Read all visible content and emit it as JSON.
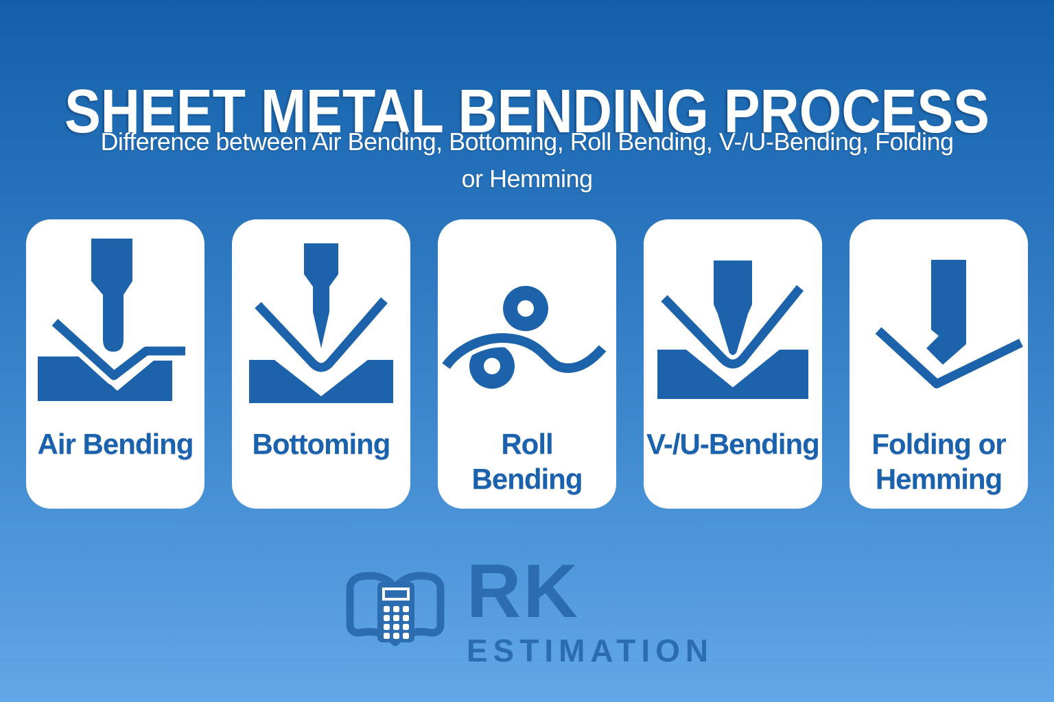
{
  "header": {
    "title": "SHEET METAL BENDING PROCESS",
    "subtitle_line1": "Difference between Air Bending, Bottoming, Roll Bending, V-/U-Bending, Folding",
    "subtitle_line2": "or Hemming"
  },
  "cards": [
    {
      "label": "Air Bending",
      "icon": "air-bending-icon"
    },
    {
      "label": "Bottoming",
      "icon": "bottoming-icon"
    },
    {
      "label": "Roll\nBending",
      "icon": "roll-bending-icon"
    },
    {
      "label": "V-/U-Bending",
      "icon": "v-u-bending-icon"
    },
    {
      "label": "Folding or\nHemming",
      "icon": "folding-hemming-icon"
    }
  ],
  "logo": {
    "name": "RK",
    "subname": "ESTIMATION",
    "icon": "book-calculator-icon"
  },
  "colors": {
    "background_top": "#1360a9",
    "background_bottom": "#61a8e8",
    "card_background": "#ffffff",
    "icon_blue": "#1d63ab",
    "label_blue": "#1b62ae",
    "title_color": "#ffffff",
    "logo_blue": "#2c6db1"
  }
}
